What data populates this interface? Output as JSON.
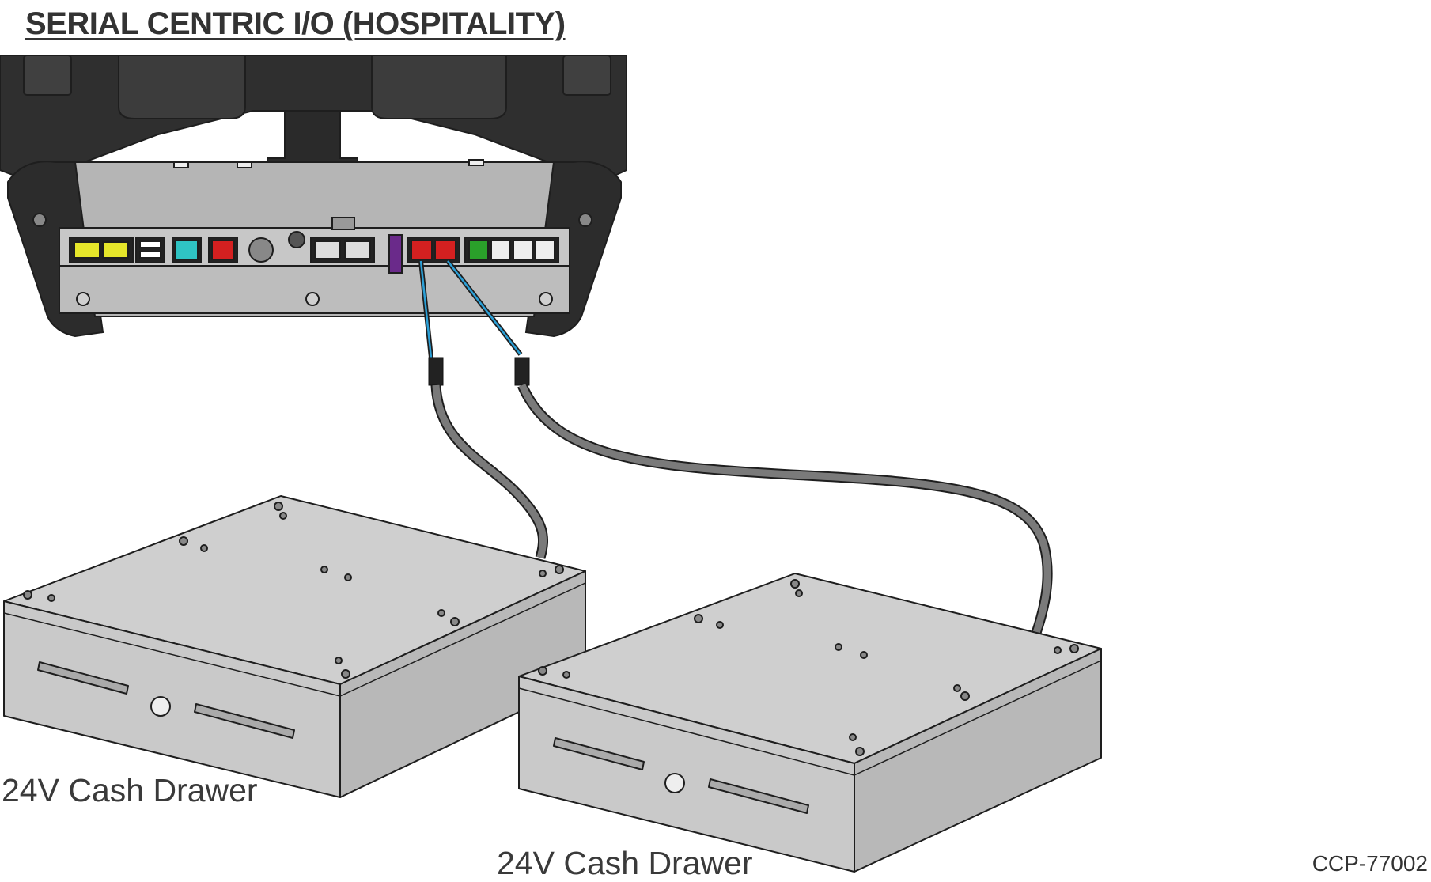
{
  "title": "SERIAL CENTRIC I/O (HOSPITALITY)",
  "drawers": [
    {
      "label": "24V Cash Drawer"
    },
    {
      "label": "24V Cash Drawer"
    }
  ],
  "figure_id": "CCP-77002",
  "colors": {
    "outline": "#2a2a2a",
    "terminal_body": "#3a3a3a",
    "io_panel": "#bdbdbd",
    "drawer_fill": "#c8c8c8",
    "cable": "#777777",
    "cable_highlight": "#2b9fd6",
    "port_usb_powered": "#e6e62a",
    "port_usb": "#ffffff",
    "port_cyan": "#2fc4c4",
    "port_red": "#d42020",
    "port_green": "#2aa02a",
    "port_ethernet": "#ffffff",
    "port_purple": "#6a2a8a"
  }
}
